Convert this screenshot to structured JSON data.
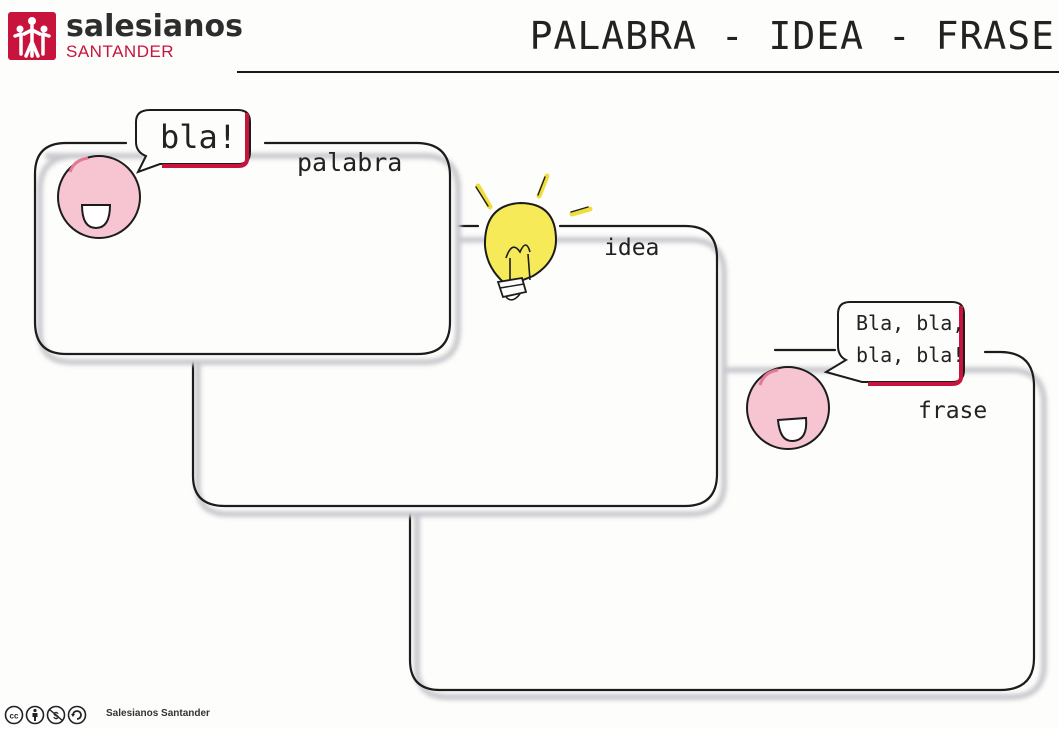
{
  "header": {
    "brand_name": "salesianos",
    "brand_sub": "SANTANDER",
    "title": "PALABRA - IDEA - FRASE"
  },
  "panels": {
    "palabra": {
      "label": "palabra",
      "bubble_text": "bla!"
    },
    "idea": {
      "label": "idea"
    },
    "frase": {
      "label": "frase",
      "bubble_line1": "Bla, bla,",
      "bubble_line2": "bla, bla!"
    }
  },
  "footer": {
    "license_icon": "cc-by-nc-sa-icon",
    "credit": "Salesianos Santander"
  },
  "colors": {
    "accent": "#c8143c",
    "face_pink": "#f7c4d2",
    "bulb_yellow": "#f6ea58"
  }
}
